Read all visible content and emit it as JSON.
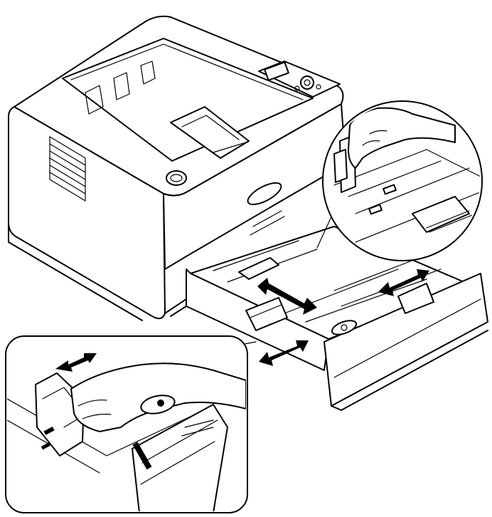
{
  "figure": {
    "subject": "printer-paper-tray-guide-adjustment",
    "colors": {
      "line": "#000000",
      "background": "#ffffff"
    },
    "callouts": [
      {
        "name": "rear-guide-detail",
        "shape": "circle"
      },
      {
        "name": "side-guide-detail",
        "shape": "rounded-rectangle"
      }
    ],
    "arrows": [
      {
        "name": "length-guide-arrow",
        "direction": "bidirectional"
      },
      {
        "name": "width-guide-arrow-left",
        "direction": "bidirectional"
      },
      {
        "name": "width-guide-arrow-right",
        "direction": "bidirectional"
      },
      {
        "name": "side-guide-arrow",
        "direction": "bidirectional"
      }
    ]
  }
}
